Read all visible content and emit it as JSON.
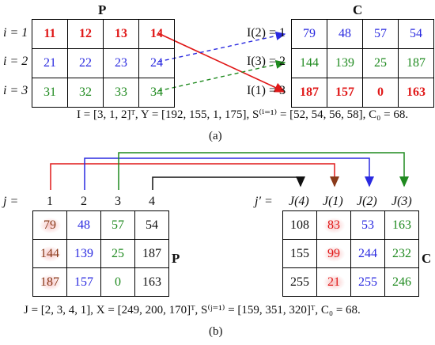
{
  "colors": {
    "red": "#e01818",
    "blue": "#2a2ae0",
    "green": "#1f8a1f",
    "black": "#111111",
    "brown": "#8a3a1a"
  },
  "panel_a": {
    "P_label": "P",
    "C_label": "C",
    "row_labels": [
      "i = 1",
      "i = 2",
      "i = 3"
    ],
    "P_rows": [
      [
        "11",
        "12",
        "13",
        "14"
      ],
      [
        "21",
        "22",
        "23",
        "24"
      ],
      [
        "31",
        "32",
        "33",
        "34"
      ]
    ],
    "P_row_colors": [
      "red",
      "blue",
      "green"
    ],
    "C_row_labels": [
      "I(2) = 1",
      "I(3) = 2",
      "I(1) = 3"
    ],
    "C_rows": [
      [
        "79",
        "48",
        "57",
        "54"
      ],
      [
        "144",
        "139",
        "25",
        "187"
      ],
      [
        "187",
        "157",
        "0",
        "163"
      ]
    ],
    "C_row_colors": [
      "blue",
      "green",
      "red"
    ],
    "caption": "I = [3, 1, 2]ᵀ, Y = [192, 155, 1, 175], S⁽ⁱ⁼¹⁾ = [52, 54, 56, 58], C₀ = 68.",
    "sub": "(a)"
  },
  "panel_b": {
    "j_label": "j =",
    "j_values": [
      "1",
      "2",
      "3",
      "4"
    ],
    "jp_label": "j′ =",
    "J_labels": [
      "J(4)",
      "J(1)",
      "J(2)",
      "J(3)"
    ],
    "P_label": "P",
    "C_label": "C",
    "P_rows": [
      [
        "79",
        "48",
        "57",
        "54"
      ],
      [
        "144",
        "139",
        "25",
        "187"
      ],
      [
        "187",
        "157",
        "0",
        "163"
      ]
    ],
    "P_col_colors": [
      "brown",
      "blue",
      "green",
      "black"
    ],
    "C_rows": [
      [
        "108",
        "83",
        "53",
        "163"
      ],
      [
        "155",
        "99",
        "244",
        "232"
      ],
      [
        "255",
        "21",
        "255",
        "246"
      ]
    ],
    "C_col_colors": [
      "black",
      "red",
      "blue",
      "green"
    ],
    "caption": "J = [2, 3, 4, 1], X = [249, 200, 170]ᵀ, S⁽ʲ⁼¹⁾ = [159, 351, 320]ᵀ, C₀ = 68.",
    "sub": "(b)"
  }
}
